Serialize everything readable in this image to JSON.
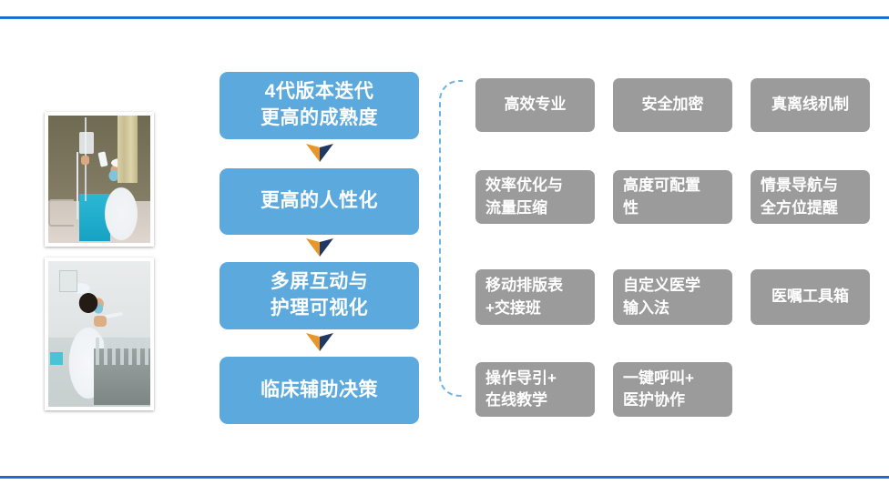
{
  "slide": {
    "top_rule_color": "#1565c8",
    "bottom_rule_color": "#1565c8",
    "blue_box_color": "#5ba9dd",
    "gray_box_color": "#9b9b9b",
    "bracket_color": "#6fb3e0",
    "arrow_colors": {
      "left": "#e8952c",
      "right": "#1f3864"
    }
  },
  "photos": [
    {
      "alt": "nurse-scanning-iv-bag-at-bedside"
    },
    {
      "alt": "nurse-preparing-medication-at-counter"
    }
  ],
  "flow": {
    "steps": [
      {
        "lines": [
          "4代版本迭代",
          "更高的成熟度"
        ]
      },
      {
        "lines": [
          "更高的人性化"
        ]
      },
      {
        "lines": [
          "多屏互动与",
          "护理可视化"
        ]
      },
      {
        "lines": [
          "临床辅助决策"
        ]
      }
    ],
    "arrows": [
      "chevron-down-icon",
      "chevron-down-icon",
      "chevron-down-icon"
    ]
  },
  "features": {
    "rows": [
      {
        "align": "center",
        "cells": [
          {
            "lines": [
              "高效专业"
            ]
          },
          {
            "lines": [
              "安全加密"
            ]
          },
          {
            "lines": [
              "真离线机制"
            ]
          }
        ]
      },
      {
        "align": "left",
        "cells": [
          {
            "lines": [
              "效率优化与",
              "流量压缩"
            ]
          },
          {
            "lines": [
              "高度可配置",
              "性"
            ]
          },
          {
            "lines": [
              "情景导航与",
              "全方位提醒"
            ]
          }
        ]
      },
      {
        "align": "left",
        "cells": [
          {
            "lines": [
              "移动排版表",
              "+交接班"
            ]
          },
          {
            "lines": [
              "自定义医学",
              "输入法"
            ]
          },
          {
            "lines": [
              "医嘱工具箱"
            ],
            "align": "center"
          }
        ]
      },
      {
        "align": "left",
        "cells": [
          {
            "lines": [
              "操作导引+",
              "在线教学"
            ]
          },
          {
            "lines": [
              "一键呼叫+",
              "医护协作"
            ]
          }
        ]
      }
    ]
  }
}
